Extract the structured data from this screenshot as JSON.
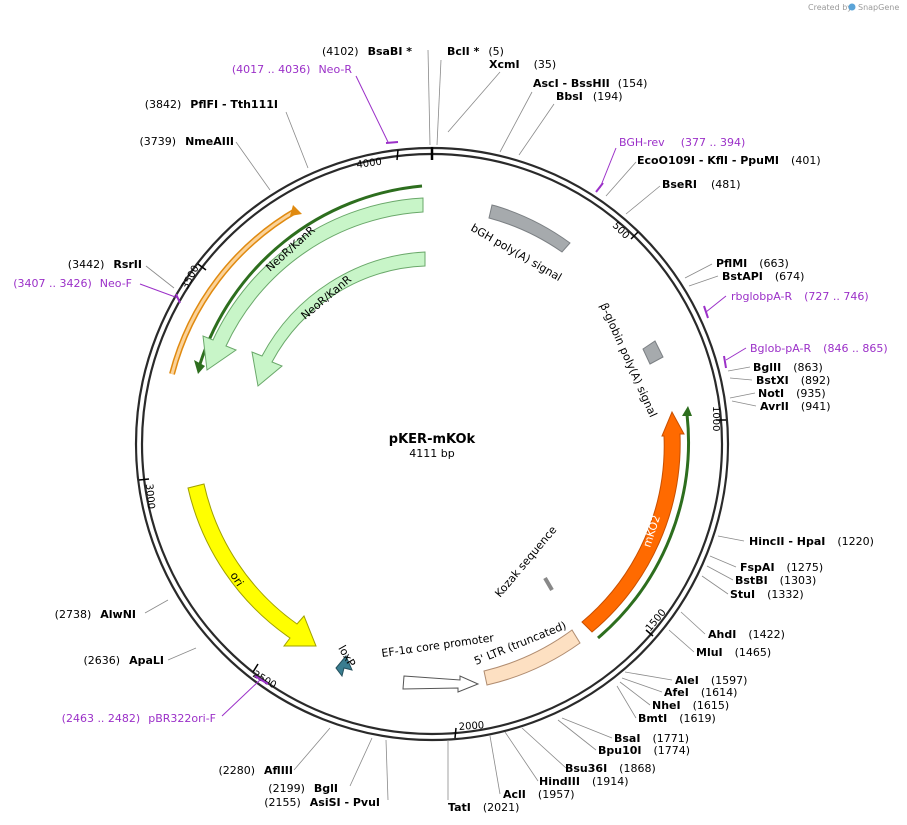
{
  "credit": {
    "created_by": "Created by",
    "brand": "SnapGene"
  },
  "plasmid": {
    "name": "pKER-mKOk",
    "size": "4111 bp"
  },
  "ticks": [
    "4000",
    "500",
    "1000",
    "1500",
    "2000",
    "2500",
    "3000",
    "3500"
  ],
  "features": {
    "bgh": "bGH poly(A) signal",
    "bglobin": "β-globin poly(A) signal",
    "neor_outer": "NeoR/KanR",
    "neor_inner": "NeoR/KanR",
    "mko2": "mKO2",
    "kozak": "Kozak sequence",
    "ltr": "5' LTR (truncated)",
    "ef1a": "EF-1α core promoter",
    "loxp": "loxP",
    "ori": "ori"
  },
  "enzymes": [
    {
      "pos": "(4102)",
      "name": "BsaBI *"
    },
    {
      "name": "BclI *",
      "pos": "(5)"
    },
    {
      "name": "XcmI",
      "pos": "(35)"
    },
    {
      "name": "AscI   - BssHII",
      "pos": "(154)"
    },
    {
      "name": "BbsI",
      "pos": "(194)"
    },
    {
      "name": "EcoO109I   - KflI   - PpuMI",
      "pos": "(401)"
    },
    {
      "name": "BseRI",
      "pos": "(481)"
    },
    {
      "name": "PflMI",
      "pos": "(663)"
    },
    {
      "name": "BstAPI",
      "pos": "(674)"
    },
    {
      "name": "BglII",
      "pos": "(863)"
    },
    {
      "name": "BstXI",
      "pos": "(892)"
    },
    {
      "name": "NotI",
      "pos": "(935)"
    },
    {
      "name": "AvrII",
      "pos": "(941)"
    },
    {
      "name": "HincII   - HpaI",
      "pos": "(1220)"
    },
    {
      "name": "FspAI",
      "pos": "(1275)"
    },
    {
      "name": "BstBI",
      "pos": "(1303)"
    },
    {
      "name": "StuI",
      "pos": "(1332)"
    },
    {
      "name": "AhdI",
      "pos": "(1422)"
    },
    {
      "name": "MluI",
      "pos": "(1465)"
    },
    {
      "name": "AleI",
      "pos": "(1597)"
    },
    {
      "name": "AfeI",
      "pos": "(1614)"
    },
    {
      "name": "NheI",
      "pos": "(1615)"
    },
    {
      "name": "BmtI",
      "pos": "(1619)"
    },
    {
      "name": "BsaI",
      "pos": "(1771)"
    },
    {
      "name": "Bpu10I",
      "pos": "(1774)"
    },
    {
      "name": "Bsu36I",
      "pos": "(1868)"
    },
    {
      "name": "HindIII",
      "pos": "(1914)"
    },
    {
      "name": "AclI",
      "pos": "(1957)"
    },
    {
      "name": "TatI",
      "pos": "(2021)"
    },
    {
      "pos": "(2155)",
      "name": "AsiSI   - PvuI"
    },
    {
      "pos": "(2199)",
      "name": "BglI"
    },
    {
      "pos": "(2280)",
      "name": "AflIII"
    },
    {
      "pos": "(2636)",
      "name": "ApaLI"
    },
    {
      "pos": "(2738)",
      "name": "AlwNI"
    },
    {
      "pos": "(3442)",
      "name": "RsrII"
    },
    {
      "pos": "(3739)",
      "name": "NmeAIII"
    },
    {
      "pos": "(3842)",
      "name": "PflFI   - Tth111I"
    }
  ],
  "primers": [
    {
      "range": "(4017 .. 4036)",
      "name": "Neo-R"
    },
    {
      "name": "BGH-rev",
      "range": "(377 .. 394)"
    },
    {
      "name": "rbglobpA-R",
      "range": "(727 .. 746)"
    },
    {
      "name": "Bglob-pA-R",
      "range": "(846 .. 865)"
    },
    {
      "range": "(3407 .. 3426)",
      "name": "Neo-F"
    },
    {
      "range": "(2463 .. 2482)",
      "name": "pBR322ori-F"
    }
  ],
  "colors": {
    "backbone": "#2a2a2a",
    "neor": "#c8f5c8",
    "neor_stroke": "#6aa86a",
    "orange_primer_band": "#f5a623",
    "green_band": "#2d6e1e",
    "mko2": "#ff6a00",
    "ori": "#ffff00",
    "ltr": "#fde0c2",
    "polyA": "#a6aaad",
    "loxp": "#3a7d90",
    "primer": "#9b30c8"
  }
}
